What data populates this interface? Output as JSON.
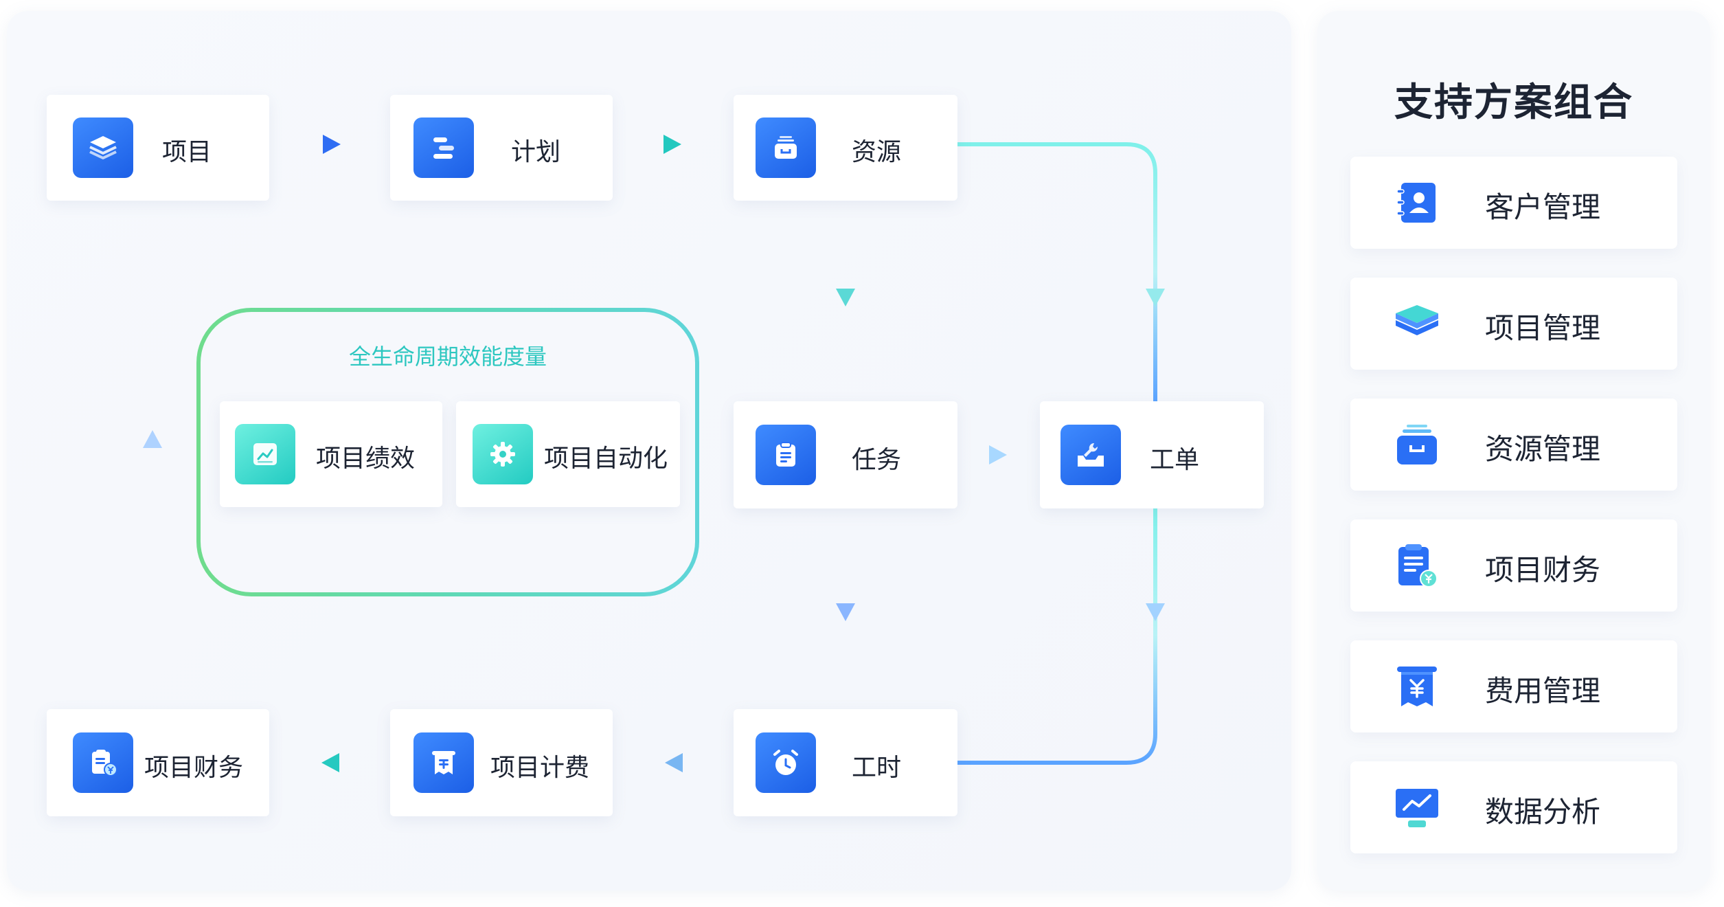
{
  "flow": {
    "nodes": {
      "project": "项目",
      "plan": "计划",
      "resource": "资源",
      "task": "任务",
      "workorder": "工单",
      "timesheet": "工时",
      "billing": "项目计费",
      "finance": "项目财务"
    },
    "metrics": {
      "title": "全生命周期效能度量",
      "performance": "项目绩效",
      "automation": "项目自动化"
    }
  },
  "combo": {
    "title": "支持方案组合",
    "items": [
      {
        "label": "客户管理",
        "icon": "contact-book-icon"
      },
      {
        "label": "项目管理",
        "icon": "layers-icon"
      },
      {
        "label": "资源管理",
        "icon": "inbox-icon"
      },
      {
        "label": "项目财务",
        "icon": "clipboard-yen-icon"
      },
      {
        "label": "费用管理",
        "icon": "receipt-yen-icon"
      },
      {
        "label": "数据分析",
        "icon": "chart-monitor-icon"
      }
    ]
  },
  "colors": {
    "primary_blue": "#2a6ff5",
    "cyan": "#2ccfc6",
    "light_cyan": "#7fe6ea",
    "green": "#6fdc8c"
  }
}
